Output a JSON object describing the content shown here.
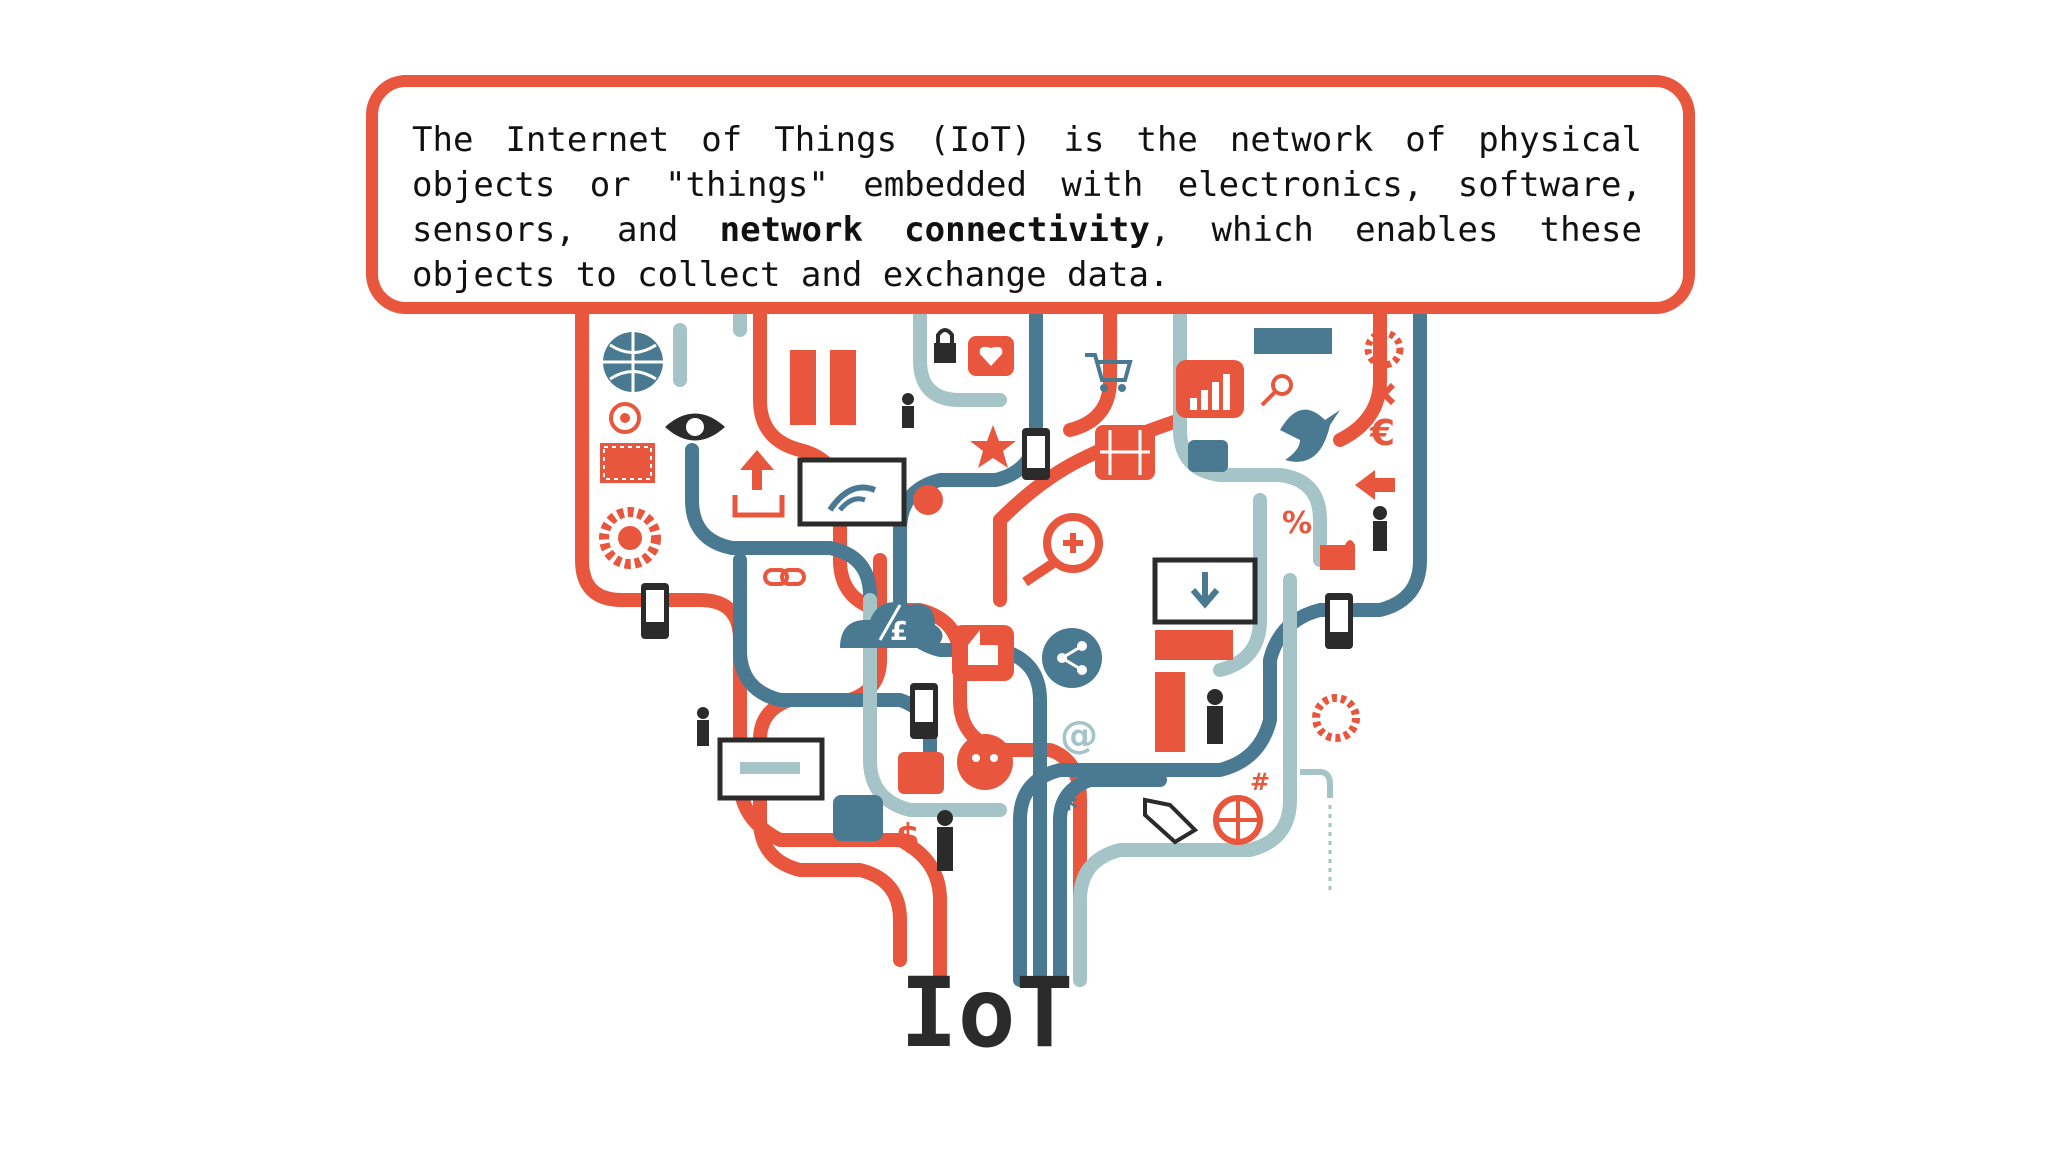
{
  "callout": {
    "text_part1": "The Internet of Things (IoT) is the network of physical objects or \"things\" embedded with electronics, software, sensors, and ",
    "text_bold": "network connectivity",
    "text_part2": ", which enables these objects to collect and exchange data."
  },
  "label": "IoT",
  "illustration": {
    "currency_symbols": [
      "£",
      "€",
      "$",
      "%",
      "@",
      "#",
      "*"
    ],
    "icons": [
      "globe-icon",
      "eye-icon",
      "gear-icon",
      "lock-icon",
      "heart-icon",
      "cart-icon",
      "chart-icon",
      "key-icon",
      "bird-icon",
      "chip-icon",
      "phone-icon",
      "cloud-icon",
      "thumbs-up-icon",
      "share-icon",
      "person-icon",
      "speech-bubble-icon",
      "hand-pointer-icon",
      "download-icon",
      "upload-icon",
      "wifi-icon",
      "magnifier-icon",
      "star-icon",
      "film-icon",
      "server-icon",
      "faucet-icon",
      "puzzle-icon",
      "cross-icon",
      "chain-icon",
      "wheel-icon"
    ]
  },
  "colors": {
    "accent": "#e8563d",
    "dark_teal": "#4a7a91",
    "light_teal": "#a4c4c7",
    "charcoal": "#2b2b2b"
  }
}
